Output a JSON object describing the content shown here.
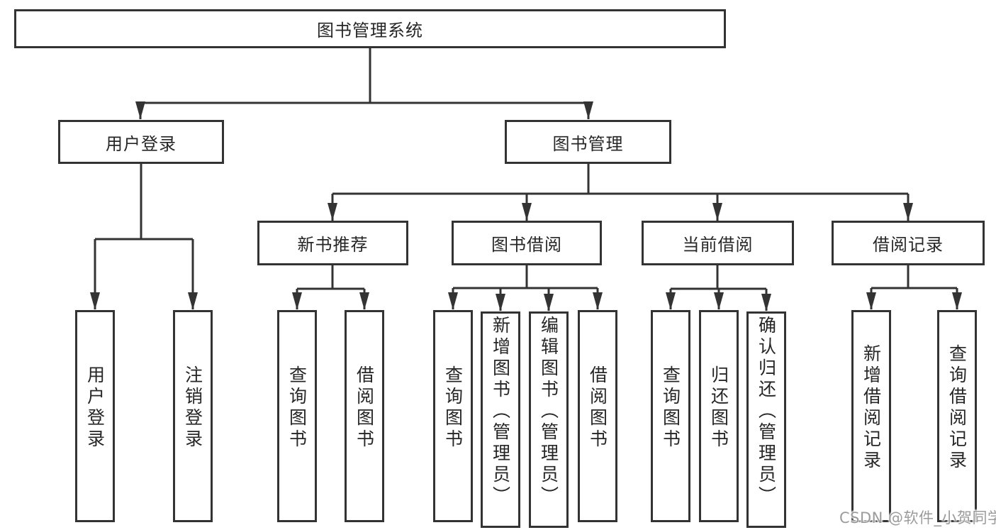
{
  "tree": {
    "root": {
      "label": "图书管理系统",
      "children": [
        {
          "label": "用户登录",
          "children": [
            {
              "label": "用户登录"
            },
            {
              "label": "注销登录"
            }
          ]
        },
        {
          "label": "图书管理",
          "children": [
            {
              "label": "新书推荐",
              "children": [
                {
                  "label": "查询图书"
                },
                {
                  "label": "借阅图书"
                }
              ]
            },
            {
              "label": "图书借阅",
              "children": [
                {
                  "label": "查询图书"
                },
                {
                  "label": "新增图书（管理员）"
                },
                {
                  "label": "编辑图书（管理员）"
                },
                {
                  "label": "借阅图书"
                }
              ]
            },
            {
              "label": "当前借阅",
              "children": [
                {
                  "label": "查询图书"
                },
                {
                  "label": "归还图书"
                },
                {
                  "label": "确认归还（管理员）"
                }
              ]
            },
            {
              "label": "借阅记录",
              "children": [
                {
                  "label": "新增借阅记录"
                },
                {
                  "label": "查询借阅记录"
                }
              ]
            }
          ]
        }
      ]
    }
  },
  "watermark": {
    "text": "CSDN @软件_小贺同学"
  },
  "colors": {
    "line": "#333333",
    "text": "#262626",
    "background": "#ffffff",
    "watermark": "#9b9b9b"
  }
}
